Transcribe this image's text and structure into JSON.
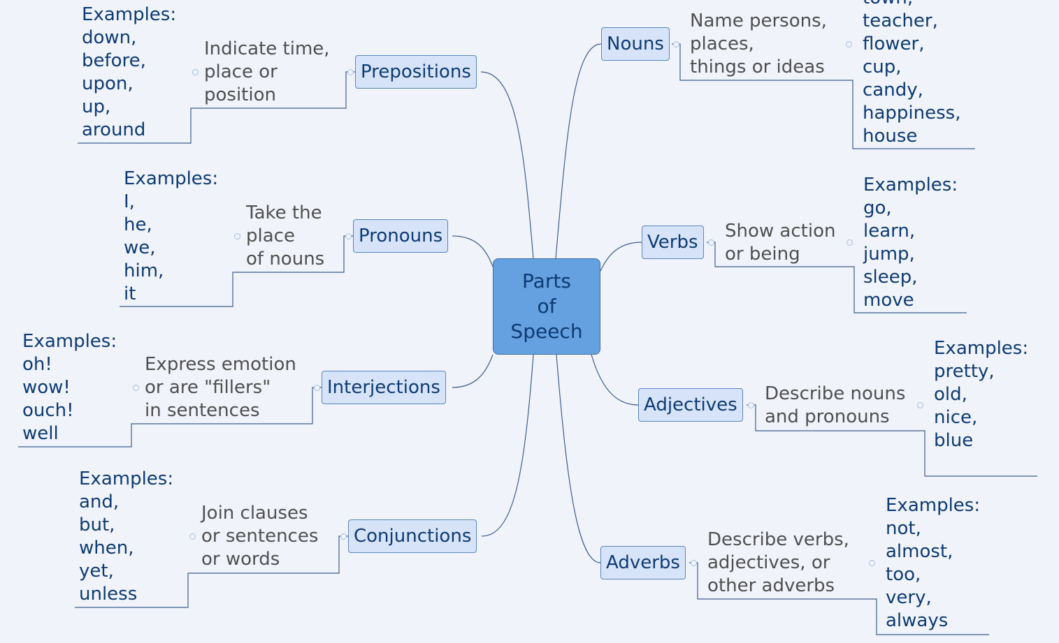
{
  "center": {
    "label": "Parts\nof\nSpeech"
  },
  "branches": {
    "nouns": {
      "label": "Nouns",
      "description": "Name persons,\nplaces,\nthings or ideas",
      "examples": "town,\nteacher,\nflower,\ncup,\ncandy,\nhappiness,\nhouse"
    },
    "verbs": {
      "label": "Verbs",
      "description": "Show action\nor being",
      "examples": "Examples:\ngo,\nlearn,\njump,\nsleep,\nmove"
    },
    "adjectives": {
      "label": "Adjectives",
      "description": "Describe nouns\nand pronouns",
      "examples": "Examples:\npretty,\nold,\nnice,\nblue"
    },
    "adverbs": {
      "label": "Adverbs",
      "description": "Describe verbs,\nadjectives, or\nother adverbs",
      "examples": "Examples:\nnot,\nalmost,\ntoo,\nvery,\nalways"
    },
    "prepositions": {
      "label": "Prepositions",
      "description": "Indicate time,\nplace or\nposition",
      "examples": "Examples:\ndown,\nbefore,\nupon,\nup,\naround"
    },
    "pronouns": {
      "label": "Pronouns",
      "description": "Take the\nplace\nof nouns",
      "examples": "Examples:\nI,\nhe,\nwe,\nhim,\nit"
    },
    "interjections": {
      "label": "Interjections",
      "description": "Express emotion\nor are \"fillers\"\nin sentences",
      "examples": "Examples:\noh!\nwow!\nouch!\nwell"
    },
    "conjunctions": {
      "label": "Conjunctions",
      "description": "Join clauses\nor sentences\nor words",
      "examples": "Examples:\nand,\nbut,\nwhen,\nyet,\nunless"
    }
  },
  "colors": {
    "background": "#f0f3fa",
    "central_fill": "#65a0e0",
    "topic_fill": "#d6e3f8",
    "topic_border": "#5a86c1",
    "connector": "#3d5e8c",
    "example_text": "#0d3b73",
    "description_text": "#4f4f4f"
  }
}
